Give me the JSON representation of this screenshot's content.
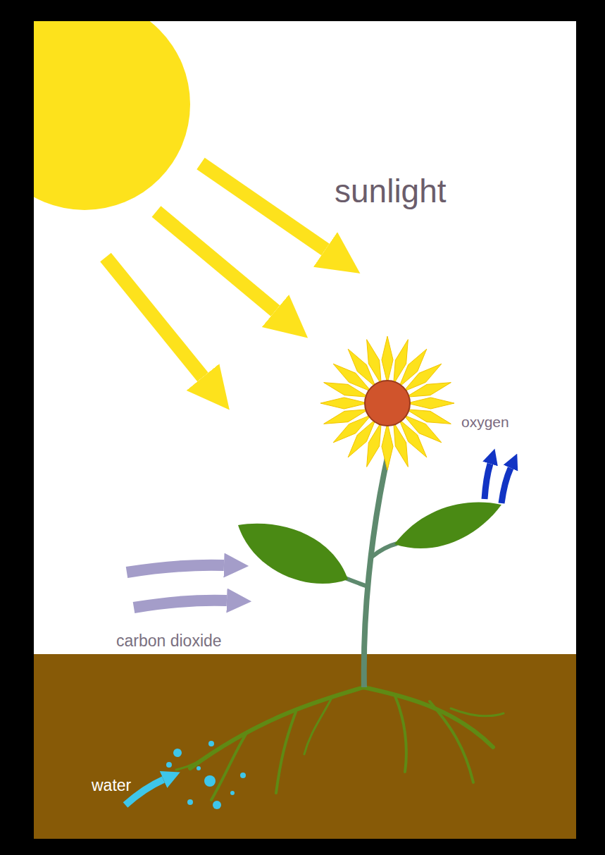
{
  "diagram": {
    "labels": [
      "sunlight",
      "oxygen",
      "carbon dioxide",
      "water"
    ]
  }
}
